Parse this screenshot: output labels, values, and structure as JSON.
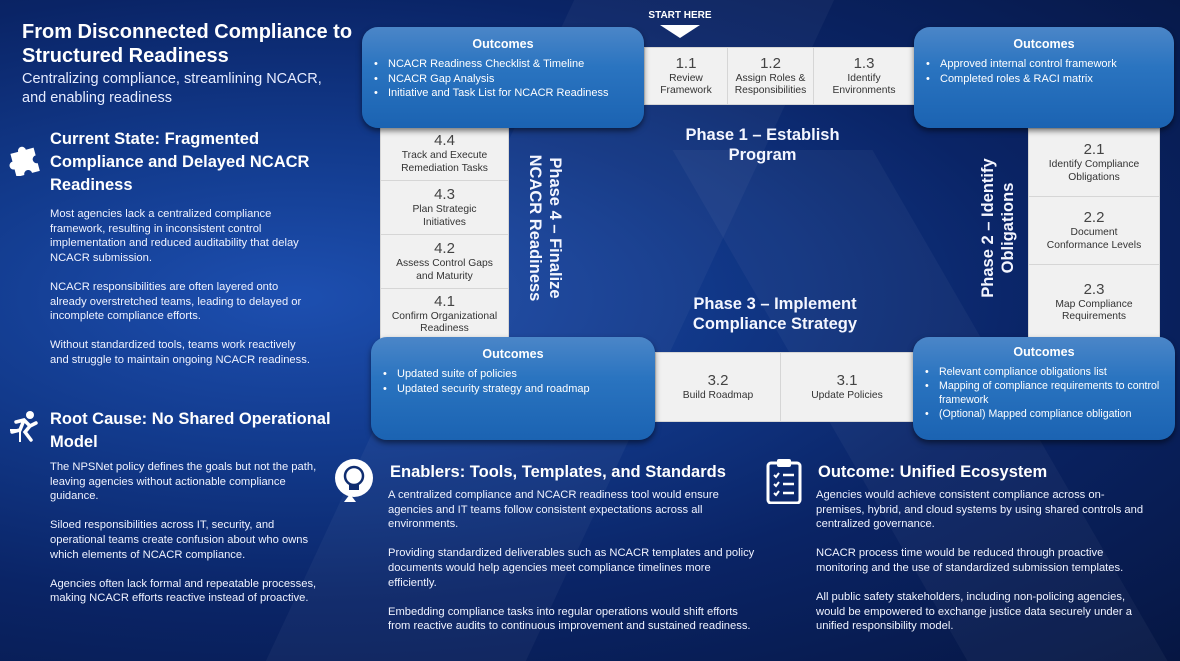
{
  "header": {
    "title": "From Disconnected Compliance to Structured Readiness",
    "subtitle": "Centralizing compliance, streamlining NCACR, and enabling readiness"
  },
  "current_state": {
    "heading": "Current State: Fragmented Compliance and Delayed NCACR Readiness",
    "icon": "puzzle-icon",
    "paragraphs": [
      "Most agencies lack a centralized compliance framework, resulting in inconsistent control implementation and reduced auditability that delay NCACR submission.",
      "NCACR responsibilities are often layered onto already overstretched teams, leading to delayed or incomplete compliance efforts.",
      "Without standardized tools, teams work reactively and struggle to maintain ongoing NCACR readiness."
    ]
  },
  "root_cause": {
    "heading": "Root Cause: No Shared Operational Model",
    "icon": "hurdle-runner-icon",
    "paragraphs": [
      "The NPSNet policy defines the goals but not the path, leaving agencies without actionable compliance guidance.",
      "Siloed responsibilities across IT, security, and operational teams create confusion about who owns which elements of NCACR compliance.",
      "Agencies often lack formal and repeatable processes, making NCACR efforts reactive instead of proactive."
    ]
  },
  "diagram": {
    "start_label": "START HERE",
    "outcomes_label": "Outcomes",
    "phase1": {
      "label": "Phase 1 – Establish Program",
      "steps": [
        {
          "n": "1.1",
          "l": "Review Framework"
        },
        {
          "n": "1.2",
          "l": "Assign Roles & Responsibilities"
        },
        {
          "n": "1.3",
          "l": "Identify Environments"
        }
      ],
      "outcomes": [
        "NCACR Readiness Checklist & Timeline",
        "NCACR Gap Analysis",
        "Initiative and Task List for NCACR Readiness"
      ]
    },
    "phase2": {
      "label": "Phase 2 – Identify Obligations",
      "steps": [
        {
          "n": "2.1",
          "l": "Identify Compliance Obligations"
        },
        {
          "n": "2.2",
          "l": "Document Conformance Levels"
        },
        {
          "n": "2.3",
          "l": "Map Compliance Requirements"
        }
      ],
      "outcomes": [
        "Approved internal control framework",
        "Completed roles & RACI matrix"
      ]
    },
    "phase3": {
      "label": "Phase 3 – Implement Compliance Strategy",
      "steps": [
        {
          "n": "3.2",
          "l": "Build Roadmap"
        },
        {
          "n": "3.1",
          "l": "Update Policies"
        }
      ],
      "outcomes": [
        "Relevant compliance obligations list",
        "Mapping of compliance requirements to control framework",
        "(Optional) Mapped compliance obligation"
      ]
    },
    "phase4": {
      "label": "Phase 4 – Finalize NCACR Readiness",
      "steps": [
        {
          "n": "4.4",
          "l": "Track and Execute Remediation Tasks"
        },
        {
          "n": "4.3",
          "l": "Plan Strategic Initiatives"
        },
        {
          "n": "4.2",
          "l": "Assess Control Gaps and Maturity"
        },
        {
          "n": "4.1",
          "l": "Confirm Organizational Readiness"
        }
      ],
      "outcomes": [
        "Updated suite of policies",
        "Updated security strategy and roadmap"
      ]
    }
  },
  "enablers": {
    "heading": "Enablers: Tools, Templates, and Standards",
    "icon": "lightbulb-icon",
    "paragraphs": [
      "A centralized compliance and NCACR readiness tool would ensure agencies and IT teams follow consistent expectations across all environments.",
      "Providing standardized deliverables such as NCACR templates and policy documents would help agencies meet compliance timelines more efficiently.",
      "Embedding compliance tasks into regular operations would shift efforts from reactive audits to continuous improvement and sustained readiness."
    ]
  },
  "outcome": {
    "heading": "Outcome: Unified Ecosystem",
    "icon": "clipboard-checklist-icon",
    "paragraphs": [
      "Agencies would achieve consistent compliance across on-premises, hybrid, and cloud systems by using shared controls and centralized governance.",
      "NCACR process time would be reduced through proactive monitoring and the use of standardized submission templates.",
      "All public safety stakeholders, including non-policing agencies, would be empowered to exchange justice data securely under a unified responsibility model."
    ]
  }
}
